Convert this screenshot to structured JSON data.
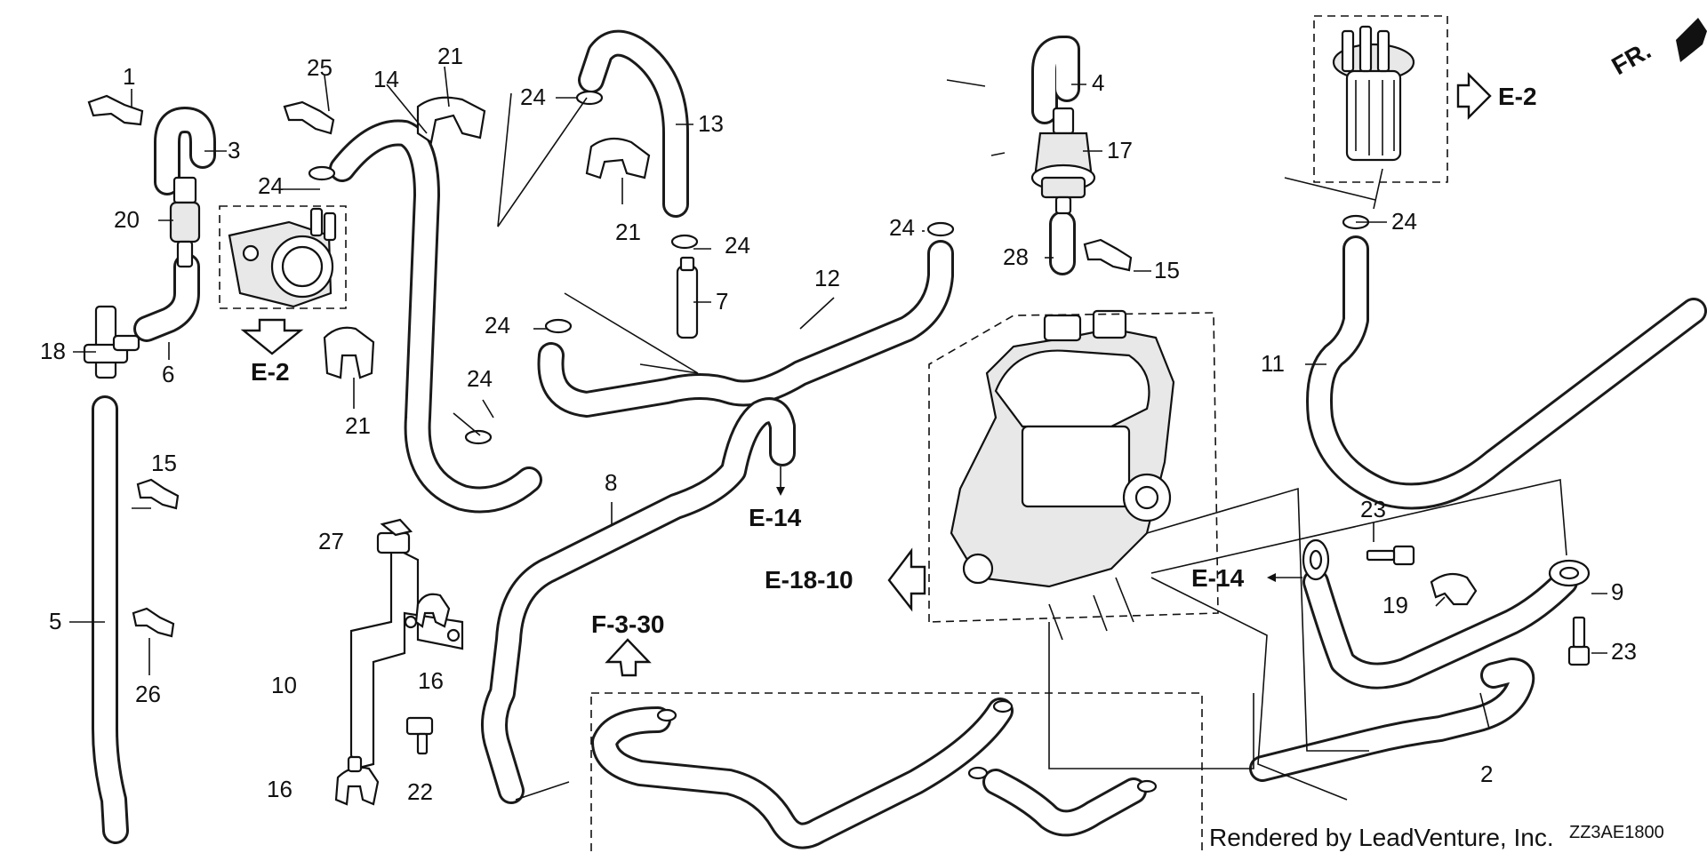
{
  "diagram": {
    "drawing_code": "ZZ3AE1800",
    "footer_credit": "Rendered by LeadVenture, Inc.",
    "direction_label": "FR.",
    "watermark_text": "",
    "callout_numbers": [
      "1",
      "2",
      "3",
      "4",
      "5",
      "6",
      "7",
      "8",
      "9",
      "10",
      "11",
      "12",
      "13",
      "14",
      "15",
      "16",
      "17",
      "18",
      "19",
      "20",
      "21",
      "22",
      "23",
      "24",
      "25",
      "26",
      "27",
      "28"
    ],
    "reference_labels": [
      "E-2",
      "E-14",
      "E-18-10",
      "F-3-30"
    ],
    "colors": {
      "line": "#111111",
      "background": "#ffffff",
      "watermark": "#bbbbbb"
    }
  }
}
